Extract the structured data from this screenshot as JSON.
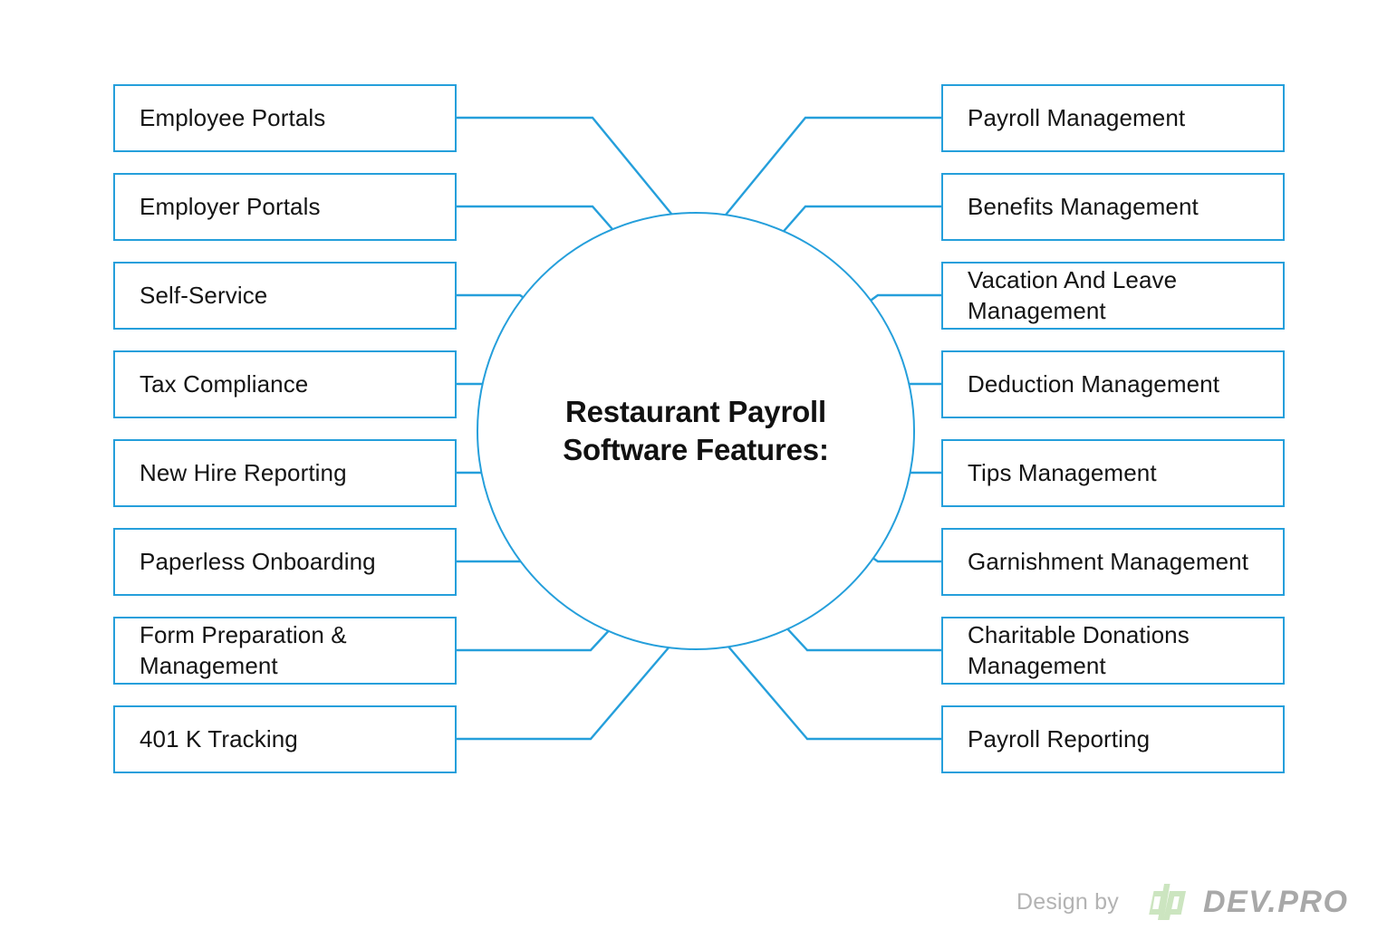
{
  "hub": {
    "title": "Restaurant\nPayroll Software\nFeatures:"
  },
  "colors": {
    "accent_blue": "#259fdb",
    "text_dark": "#141414",
    "credit_gray": "#b3b3b3",
    "logo_green": "#cce5c0",
    "logo_gray": "#a8a8a8",
    "background": "#ffffff"
  },
  "left_column": [
    {
      "label": "Employee Portals"
    },
    {
      "label": "Employer Portals"
    },
    {
      "label": "Self-Service"
    },
    {
      "label": "Tax Compliance"
    },
    {
      "label": "New Hire Reporting"
    },
    {
      "label": "Paperless Onboarding"
    },
    {
      "label": "Form Preparation &\nManagement"
    },
    {
      "label": "401 K Tracking"
    }
  ],
  "right_column": [
    {
      "label": "Payroll Management"
    },
    {
      "label": "Benefits Management"
    },
    {
      "label": "Vacation And Leave\nManagement"
    },
    {
      "label": "Deduction Management"
    },
    {
      "label": "Tips Management"
    },
    {
      "label": "Garnishment Management"
    },
    {
      "label": "Charitable Donations\nManagement"
    },
    {
      "label": "Payroll Reporting"
    }
  ],
  "credit": {
    "text": "Design by",
    "logo_mark": "dp",
    "logo_word": "DEV.PRO"
  },
  "chart_data": {
    "type": "diagram",
    "layout": "radial-hub-and-spoke",
    "title": "Restaurant Payroll Software Features:",
    "center_node": "Restaurant Payroll Software Features:",
    "branches": [
      "Employee Portals",
      "Employer Portals",
      "Self-Service",
      "Tax Compliance",
      "New Hire Reporting",
      "Paperless Onboarding",
      "Form Preparation & Management",
      "401 K Tracking",
      "Payroll Management",
      "Benefits Management",
      "Vacation And Leave Management",
      "Deduction Management",
      "Tips Management",
      "Garnishment Management",
      "Charitable Donations Management",
      "Payroll Reporting"
    ],
    "branch_count": 16,
    "left_branch_count": 8,
    "right_branch_count": 8
  }
}
